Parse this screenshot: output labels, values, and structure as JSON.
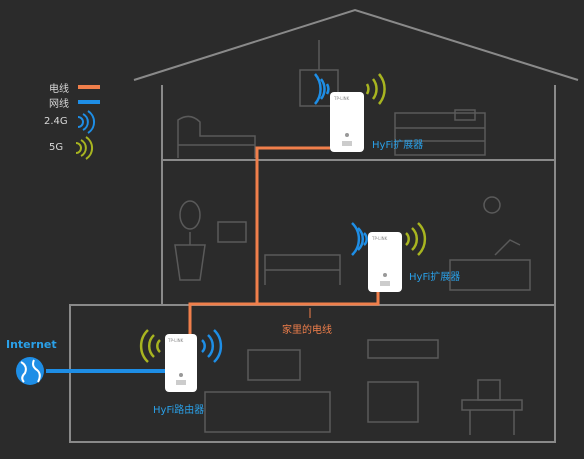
{
  "legend": {
    "power_line": {
      "label": "电线",
      "color": "#f07f4b"
    },
    "network_cable": {
      "label": "网线",
      "color": "#1e8ee6"
    },
    "band_24": {
      "label": "2.4G",
      "icon": "wifi-blue-icon",
      "color": "#1e8ee6"
    },
    "band_5": {
      "label": "5G",
      "icon": "wifi-olive-icon",
      "color": "#a8b520"
    }
  },
  "devices": {
    "extender_top": {
      "label": "HyFi扩展器",
      "brand": "TP-LINK"
    },
    "extender_mid": {
      "label": "HyFi扩展器",
      "brand": "TP-LINK"
    },
    "router": {
      "label": "HyFi路由器",
      "brand": "TP-LINK"
    }
  },
  "wiring_label": "家里的电线",
  "internet_label": "Internet",
  "colors": {
    "background": "#2b2b2b",
    "house_outline": "#8a8a8a",
    "furniture": "#5a5a5a",
    "power_line": "#f07f4b",
    "network": "#1e8ee6",
    "wifi_5g": "#a8b520",
    "device_body": "#ffffff"
  }
}
